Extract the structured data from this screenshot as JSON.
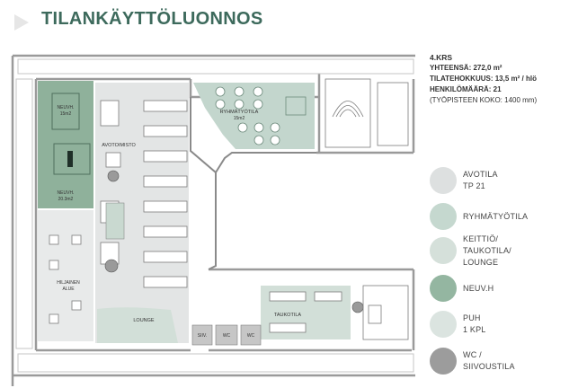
{
  "title": "TILANKÄYTTÖLUONNOS",
  "info": {
    "floor": "4.KRS",
    "total": "YHTEENSÄ: 272,0 m²",
    "efficiency": "TILATEHOKKUUS: 13,5 m² / hlö",
    "headcount": "HENKILÖMÄÄRÄ: 21",
    "workstation": "(TYÖPISTEEN KOKO: 1400 mm)"
  },
  "legend": [
    {
      "label": "AVOTILA\nTP 21",
      "color": "#dde0e0"
    },
    {
      "label": "RYHMÄTYÖTILA",
      "color": "#c5d8cf"
    },
    {
      "label": "KEITTIÖ/\nTAUKOTILA/\nLOUNGE",
      "color": "#d5e0da"
    },
    {
      "label": "NEUV.H",
      "color": "#94b6a1"
    },
    {
      "label": "PUH\n1 KPL",
      "color": "#dbe4e0"
    },
    {
      "label": "WC /\nSIIVOUSTILA",
      "color": "#9c9c9c"
    }
  ],
  "plan_labels": {
    "neuv1": "NEUVH.",
    "neuv1_area": "15m2",
    "neuv2": "NEUVH.",
    "neuv2_area": "20.3m2",
    "avotoimisto": "AVOTOIMISTO",
    "ryhma": "RYHMÄTYÖTILA",
    "ryhma_area": "15m2",
    "hiljainen": "HILJAINEN",
    "alue": "ALUE",
    "lounge": "LOUNGE",
    "taukotila": "TAUKOTILA",
    "siiv": "SIIV.",
    "wc1": "WC",
    "wc2": "WC"
  },
  "colors": {
    "accent": "#3d6a5c",
    "avotila": "#dde0e0",
    "ryhmatyotila": "#c5d8cf",
    "lounge": "#d5e0da",
    "neuvh": "#94b6a1",
    "wc": "#9c9c9c"
  }
}
